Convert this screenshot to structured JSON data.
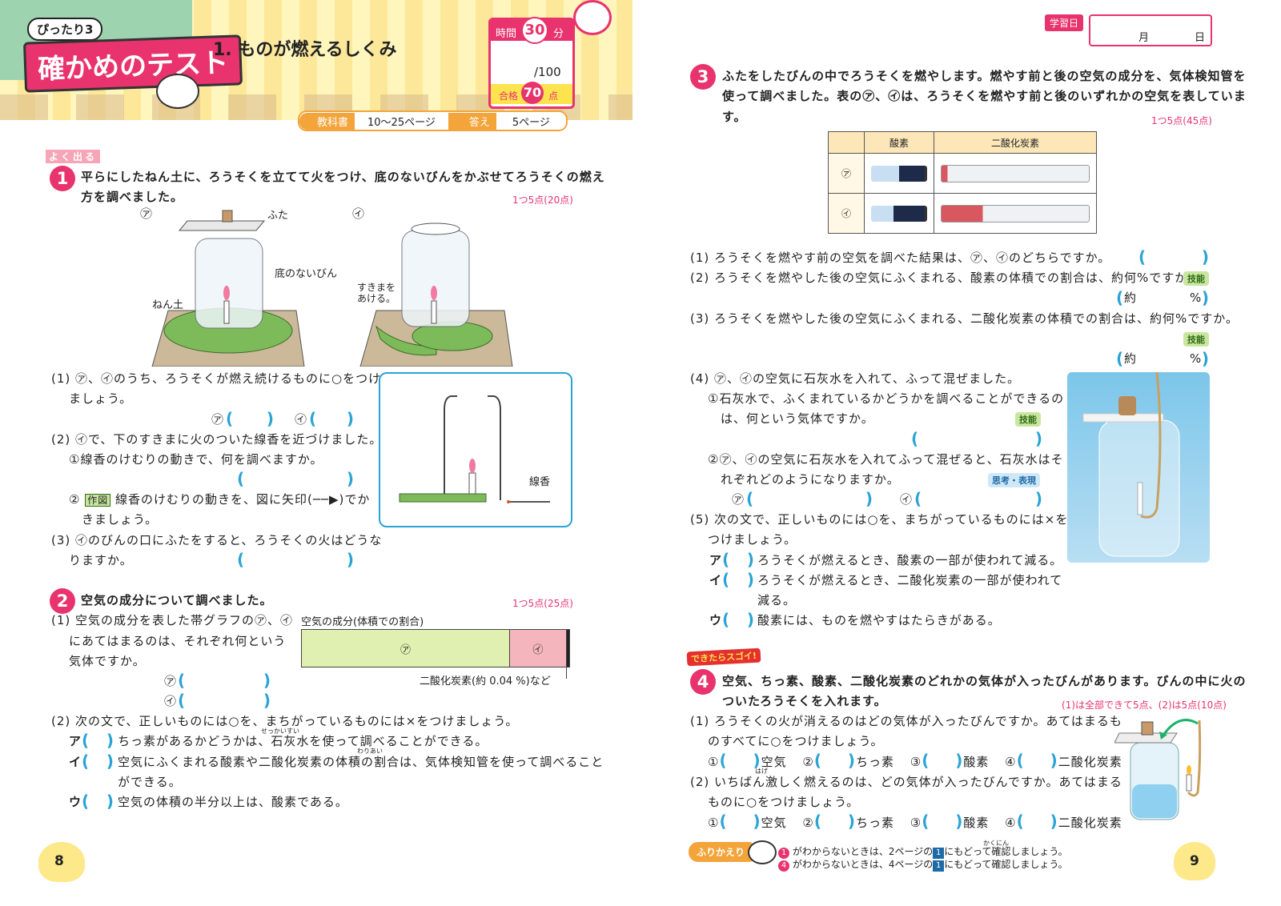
{
  "header": {
    "series_tag": "ぴったり3",
    "series_title": "確かめのテスト",
    "unit_title": "1. ものが燃えるしくみ",
    "time_label": "時間",
    "time_value": "30",
    "time_unit": "分",
    "score_denominator": "/100",
    "pass_label": "合格",
    "pass_value": "70",
    "pass_unit": "点",
    "textbook_label": "教科書",
    "textbook_pages": "10〜25ページ",
    "answer_label": "答え",
    "answer_pages": "5ページ",
    "study_date_label": "学習日",
    "month_label": "月",
    "day_label": "日"
  },
  "left": {
    "yokuderu": "よく出る",
    "q1": {
      "num": "1",
      "text_line1": "平らにしたねん土に、ろうそくを立てて火をつけ、底のないびんをかぶせてろうそくの燃え",
      "text_line2": "方を調べました。",
      "points": "1つ5点(20点)",
      "fig_a": "㋐",
      "fig_i": "㋑",
      "lbl_futa": "ふた",
      "lbl_bin": "底のないびん",
      "lbl_nendo": "ねん土",
      "lbl_sukima": "すきまを",
      "lbl_sukima2": "あける。",
      "p1_line1": "(1) ㋐、㋑のうち、ろうそくが燃え続けるものに○をつけ",
      "p1_line2": "ましょう。",
      "p1_a": "㋐",
      "p1_i": "㋑",
      "p2_line1": "(2) ㋑で、下のすきまに火のついた線香を近づけました。",
      "p2_sub1": "①線香のけむりの動きで、何を調べますか。",
      "p2_sub2_pre": "②",
      "p2_sub2_tag": "作図",
      "p2_sub2_text": "線香のけむりの動きを、図に矢印(──▶)でか",
      "p2_sub2_text2": "きましょう。",
      "lbl_senko": "線香",
      "p3_line1": "(3) ㋑のびんの口にふたをすると、ろうそくの火はどうな",
      "p3_line2": "りますか。"
    },
    "q2": {
      "num": "2",
      "text": "空気の成分について調べました。",
      "points": "1つ5点(25点)",
      "p1_line1": "(1) 空気の成分を表した帯グラフの㋐、㋑",
      "p1_line2": "にあてはまるのは、それぞれ何という",
      "p1_line3": "気体ですか。",
      "p1_a": "㋐",
      "p1_i": "㋑",
      "graph_title": "空気の成分(体積での割合)",
      "graph_a": "㋐",
      "graph_i": "㋑",
      "graph_note": "二酸化炭素(約 0.04 %)など",
      "p2_line1": "(2) 次の文で、正しいものには○を、まちがっているものには×をつけましょう。",
      "p2_a_mark": "ア",
      "p2_a_text": "ちっ素があるかどうかは、石灰水を使って調べることができる。",
      "p2_a_ruby": "せっかいすい",
      "p2_i_mark": "イ",
      "p2_i_text": "空気にふくまれる酸素や二酸化炭素の体積の割合は、気体検知管を使って調べること",
      "p2_i_ruby": "わりあい",
      "p2_i_text2": "ができる。",
      "p2_u_mark": "ウ",
      "p2_u_text": "空気の体積の半分以上は、酸素である。"
    },
    "page_num": "8"
  },
  "right": {
    "q3": {
      "num": "3",
      "text_line1": "ふたをしたびんの中でろうそくを燃やします。燃やす前と後の空気の成分を、気体検知管を",
      "text_line2": "使って調べました。表の㋐、㋑は、ろうそくを燃やす前と後のいずれかの空気を表していま",
      "text_line3": "す。",
      "points": "1つ5点(45点)",
      "table_h1": "酸素",
      "table_h2": "二酸化炭素",
      "row_a": "㋐",
      "row_i": "㋑",
      "p1": "(1) ろうそくを燃やす前の空気を調べた結果は、㋐、㋑のどちらですか。",
      "p2": "(2) ろうそくを燃やした後の空気にふくまれる、酸素の体積での割合は、約何%ですか。",
      "p2_badge": "技能",
      "yaku": "約",
      "percent": "%",
      "p3": "(3) ろうそくを燃やした後の空気にふくまれる、二酸化炭素の体積での割合は、約何%ですか。",
      "p3_badge": "技能",
      "p4": "(4) ㋐、㋑の空気に石灰水を入れて、ふって混ぜました。",
      "p4_s1_l1": "①石灰水で、ふくまれているかどうかを調べることができるの",
      "p4_s1_l2": "は、何という気体ですか。",
      "p4_s1_badge": "技能",
      "p4_s2_l1": "②㋐、㋑の空気に石灰水を入れてふって混ぜると、石灰水はそ",
      "p4_s2_l2": "れぞれどのようになりますか。",
      "p4_s2_badge": "思考・表現",
      "p4_a": "㋐",
      "p4_i": "㋑",
      "p5_l1": "(5) 次の文で、正しいものには○を、まちがっているものには×を",
      "p5_l2": "つけましょう。",
      "p5_a_mark": "ア",
      "p5_a_text": "ろうそくが燃えるとき、酸素の一部が使われて減る。",
      "p5_i_mark": "イ",
      "p5_i_text": "ろうそくが燃えるとき、二酸化炭素の一部が使われて",
      "p5_i_text2": "減る。",
      "p5_u_mark": "ウ",
      "p5_u_text": "酸素には、ものを燃やすはたらきがある。"
    },
    "q4": {
      "banner": "できたらスゴイ!",
      "num": "4",
      "text_line1": "空気、ちっ素、酸素、二酸化炭素のどれかの気体が入ったびんがあります。びんの中に火の",
      "text_line2": "ついたろうそくを入れます。",
      "points": "(1)は全部できて5点、(2)は5点(10点)",
      "p1_l1": "(1) ろうそくの火が消えるのはどの気体が入ったびんですか。あてはまるも",
      "p1_l2": "のすべてに○をつけましょう。",
      "p2_l1": "(2) いちばん激しく燃えるのは、どの気体が入ったびんですか。あてはまる",
      "p2_ruby": "はげ",
      "p2_l2": "ものに○をつけましょう。",
      "opt1_num": "①",
      "opt1": "空気",
      "opt2_num": "②",
      "opt2": "ちっ素",
      "opt3_num": "③",
      "opt3": "酸素",
      "opt4_num": "④",
      "opt4": "二酸化炭素"
    },
    "furikaeri": {
      "label": "ふりかえり",
      "line1": "がわからないときは、2ページの",
      "line1_end": "にもどって確認しましょう。",
      "line1_ruby": "かくにん",
      "line2": "がわからないときは、4ページの",
      "line2_end": "にもどって確認しましょう。",
      "n1": "1",
      "n4": "4",
      "b1": "1"
    },
    "page_num": "9"
  }
}
